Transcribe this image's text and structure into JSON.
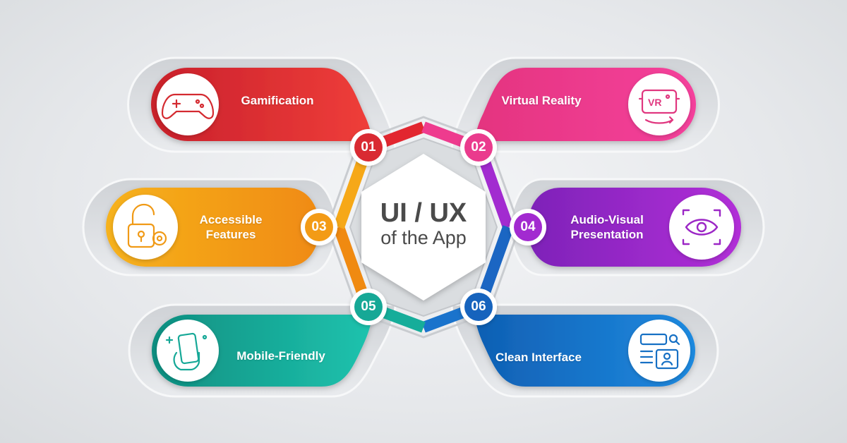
{
  "center": {
    "title": "UI / UX",
    "subtitle": "of the App"
  },
  "features": [
    {
      "number": "01",
      "label": "Gamification",
      "color_start": "#c9202b",
      "color_end": "#ef3e3a",
      "icon": "gamepad-icon"
    },
    {
      "number": "02",
      "label": "Virtual Reality",
      "color_start": "#e4347f",
      "color_end": "#f5419c",
      "icon": "vr-headset-icon"
    },
    {
      "number": "03",
      "label": "Accessible Features",
      "label_lines": [
        "Accessible",
        "Features"
      ],
      "color_start": "#f6b21d",
      "color_end": "#f08a11",
      "icon": "padlock-icon"
    },
    {
      "number": "04",
      "label": "Audio-Visual Presentation",
      "label_lines": [
        "Audio-Visual",
        "Presentation"
      ],
      "color_start": "#7d22b8",
      "color_end": "#b22fd8",
      "icon": "eye-icon"
    },
    {
      "number": "05",
      "label": "Mobile-Friendly",
      "color_start": "#0e8e80",
      "color_end": "#1fc3ae",
      "icon": "mobile-hand-icon"
    },
    {
      "number": "06",
      "label": "Clean Interface",
      "color_start": "#0f5fb3",
      "color_end": "#1f8ae0",
      "icon": "interface-layout-icon"
    }
  ]
}
